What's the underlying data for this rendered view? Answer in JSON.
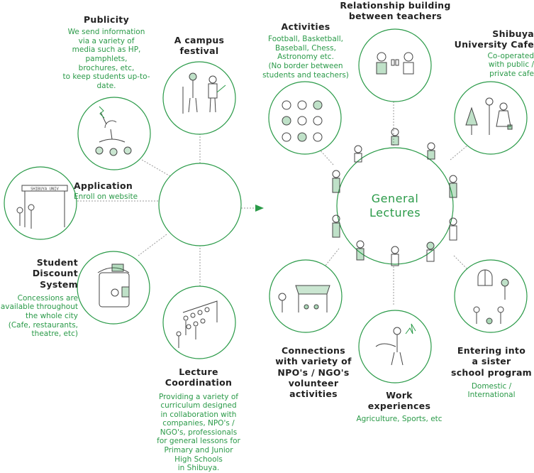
{
  "colors": {
    "accent": "#2a9a48",
    "line": "#9a9a9a",
    "text": "#222222",
    "sketch": "#444444"
  },
  "center": {
    "lines": [
      "General",
      "Lectures"
    ]
  },
  "nodes": {
    "publicity": {
      "title": [
        "Publicity"
      ],
      "desc": [
        "We send information",
        "via a variety of",
        "media such as HP,",
        "pamphlets,",
        "brochures, etc,",
        "to keep students up-to-",
        "date."
      ]
    },
    "campus_festival": {
      "title": [
        "A campus",
        "festival"
      ]
    },
    "application": {
      "title": [
        "Application"
      ],
      "desc": [
        "Enroll on website"
      ]
    },
    "student_discount": {
      "title": [
        "Student",
        "Discount",
        "System"
      ],
      "desc": [
        "Concessions are",
        "available throughout",
        "the whole city",
        "(Cafe, restaurants,",
        "theatre, etc)"
      ]
    },
    "lecture_coordination": {
      "title": [
        "Lecture",
        "Coordination"
      ],
      "desc": [
        "Providing a variety of",
        "curriculum designed",
        "in collaboration with",
        "companies, NPO's /",
        "NGO's,  professionals",
        "for general lessons for",
        "Primary and Junior",
        "High Schools",
        "in Shibuya."
      ]
    },
    "activities": {
      "title": [
        "Activities"
      ],
      "desc": [
        "Football, Basketball,",
        "Baseball, Chess,",
        "Astronomy etc.",
        "(No border between",
        "students and teachers)"
      ]
    },
    "relationship": {
      "title": [
        "Relationship building",
        "between teachers"
      ]
    },
    "cafe": {
      "title": [
        "Shibuya",
        "University Cafe"
      ],
      "desc": [
        "Co-operated",
        "with public /",
        "private cafe"
      ]
    },
    "npo": {
      "title": [
        "Connections",
        "with variety of",
        "NPO's / NGO's",
        "volunteer activities"
      ]
    },
    "work": {
      "title": [
        "Work",
        "experiences"
      ],
      "desc": [
        "Agriculture, Sports, etc"
      ]
    },
    "sister_school": {
      "title": [
        "Entering into",
        "a sister",
        "school program"
      ],
      "desc": [
        "Domestic /",
        "International"
      ]
    }
  },
  "illustrations": {
    "application_gate_sign": "SHIBUYA UNIV"
  }
}
